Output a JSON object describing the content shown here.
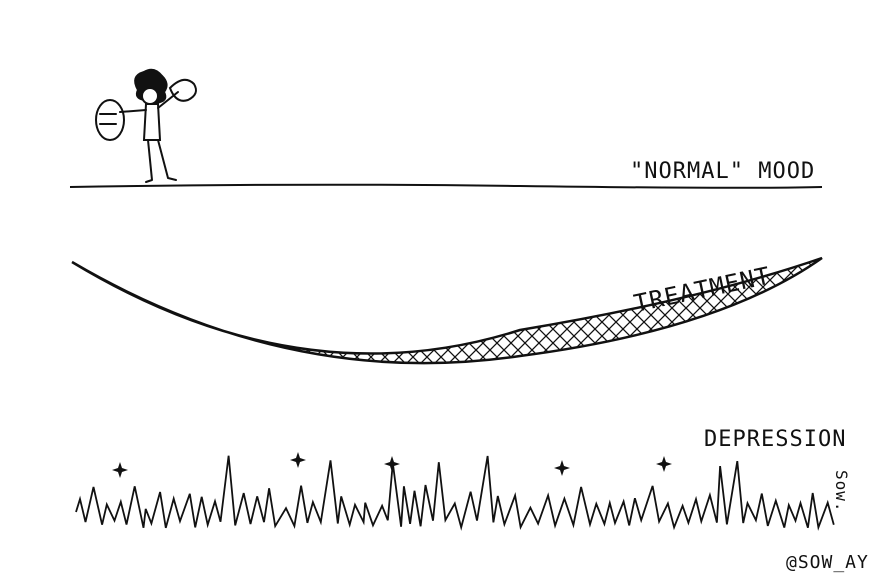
{
  "labels": {
    "normal_mood": "\"NORMAL\" MOOD",
    "treatment": "TREATMENT",
    "depression": "DEPRESSION"
  },
  "signature": "Sow.",
  "handle": "@SOW_AY",
  "colors": {
    "ink": "#111111",
    "paper": "#ffffff"
  }
}
